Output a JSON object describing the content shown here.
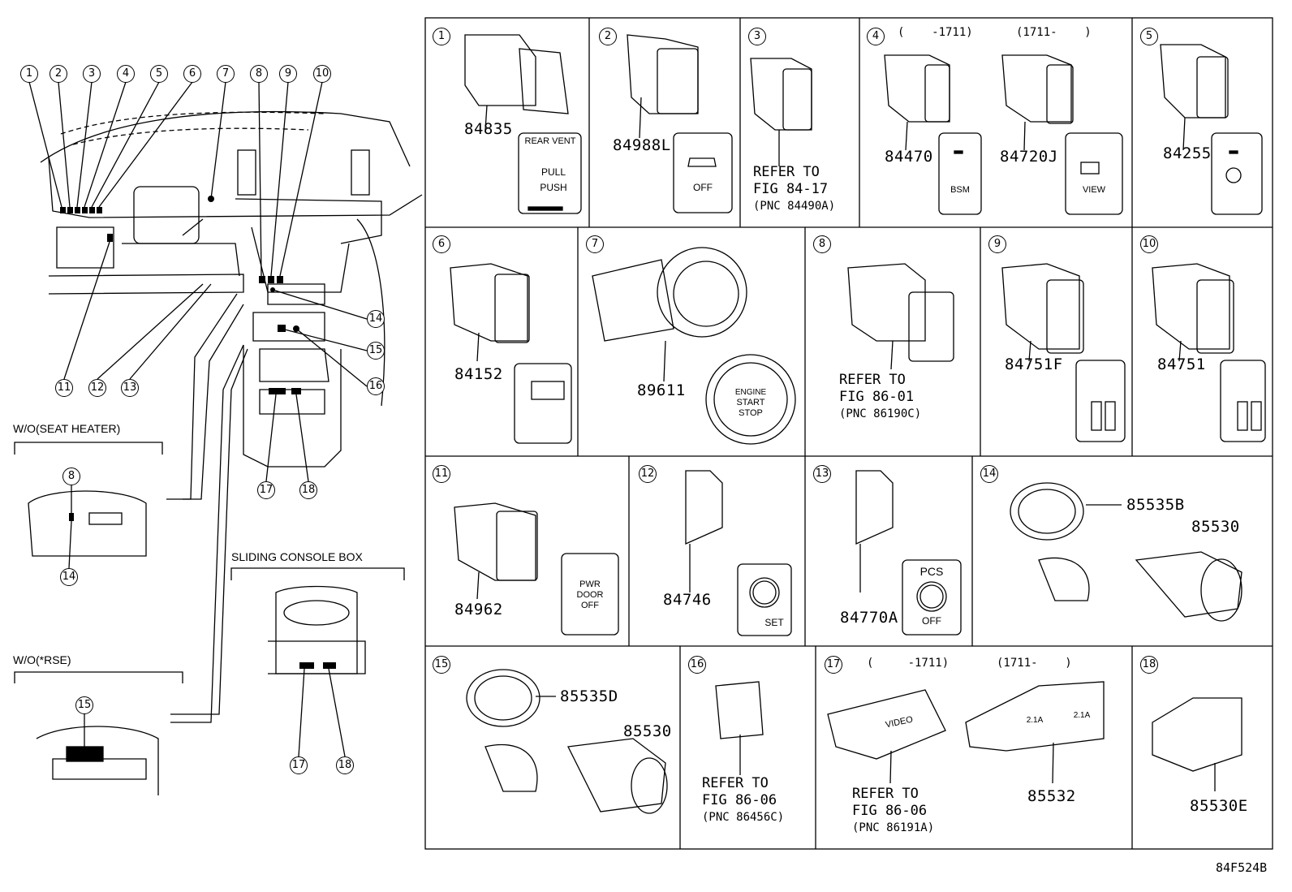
{
  "figure_code": "84F524B",
  "overview": {
    "callouts_top": [
      "1",
      "2",
      "3",
      "4",
      "5",
      "6",
      "7",
      "8",
      "9",
      "10"
    ],
    "callouts_right": [
      "14",
      "15",
      "16"
    ],
    "callouts_bottom": [
      "11",
      "12",
      "13",
      "17",
      "18"
    ],
    "seat_heater": {
      "label": "W/O(SEAT HEATER)",
      "callouts": [
        "8",
        "14"
      ]
    },
    "rse": {
      "label": "W/O(*RSE)",
      "callouts": [
        "15"
      ]
    },
    "console": {
      "label": "SLIDING CONSOLE BOX",
      "callouts": [
        "17",
        "18"
      ]
    }
  },
  "cells": [
    {
      "num": "1",
      "parts": [
        "84835"
      ],
      "icon": [
        "REAR VENT",
        "PULL",
        "PUSH"
      ]
    },
    {
      "num": "2",
      "parts": [
        "84988L"
      ],
      "icon": [
        "OFF"
      ]
    },
    {
      "num": "3",
      "ref": [
        "REFER TO",
        "FIG 84-17",
        "(PNC 84490A)"
      ]
    },
    {
      "num": "4",
      "date_a": "(    -1711)",
      "date_b": "(1711-    )",
      "parts": [
        "84470",
        "84720J"
      ],
      "icon": [
        "BSM",
        "VIEW"
      ]
    },
    {
      "num": "5",
      "parts": [
        "84255"
      ]
    },
    {
      "num": "6",
      "parts": [
        "84152"
      ]
    },
    {
      "num": "7",
      "parts": [
        "89611"
      ],
      "icon": [
        "ENGINE",
        "START",
        "STOP"
      ]
    },
    {
      "num": "8",
      "ref": [
        "REFER TO",
        "FIG 86-01",
        "(PNC 86190C)"
      ]
    },
    {
      "num": "9",
      "parts": [
        "84751F"
      ]
    },
    {
      "num": "10",
      "parts": [
        "84751"
      ]
    },
    {
      "num": "11",
      "parts": [
        "84962"
      ],
      "icon": [
        "PWR",
        "DOOR",
        "OFF"
      ]
    },
    {
      "num": "12",
      "parts": [
        "84746"
      ],
      "icon": [
        "SET"
      ]
    },
    {
      "num": "13",
      "parts": [
        "84770A"
      ],
      "icon": [
        "PCS",
        "OFF"
      ]
    },
    {
      "num": "14",
      "parts": [
        "85535B",
        "85530"
      ]
    },
    {
      "num": "15",
      "parts": [
        "85535D",
        "85530"
      ]
    },
    {
      "num": "16",
      "ref": [
        "REFER TO",
        "FIG 86-06",
        "(PNC 86456C)"
      ]
    },
    {
      "num": "17",
      "date_a": "(     -1711)",
      "date_b": "(1711-    )",
      "ref": [
        "REFER TO",
        "FIG 86-06",
        "(PNC 86191A)"
      ],
      "parts": [
        "85532"
      ],
      "icon": [
        "VIDEO",
        "2.1A",
        "2.1A"
      ]
    },
    {
      "num": "18",
      "parts": [
        "85530E"
      ]
    }
  ]
}
